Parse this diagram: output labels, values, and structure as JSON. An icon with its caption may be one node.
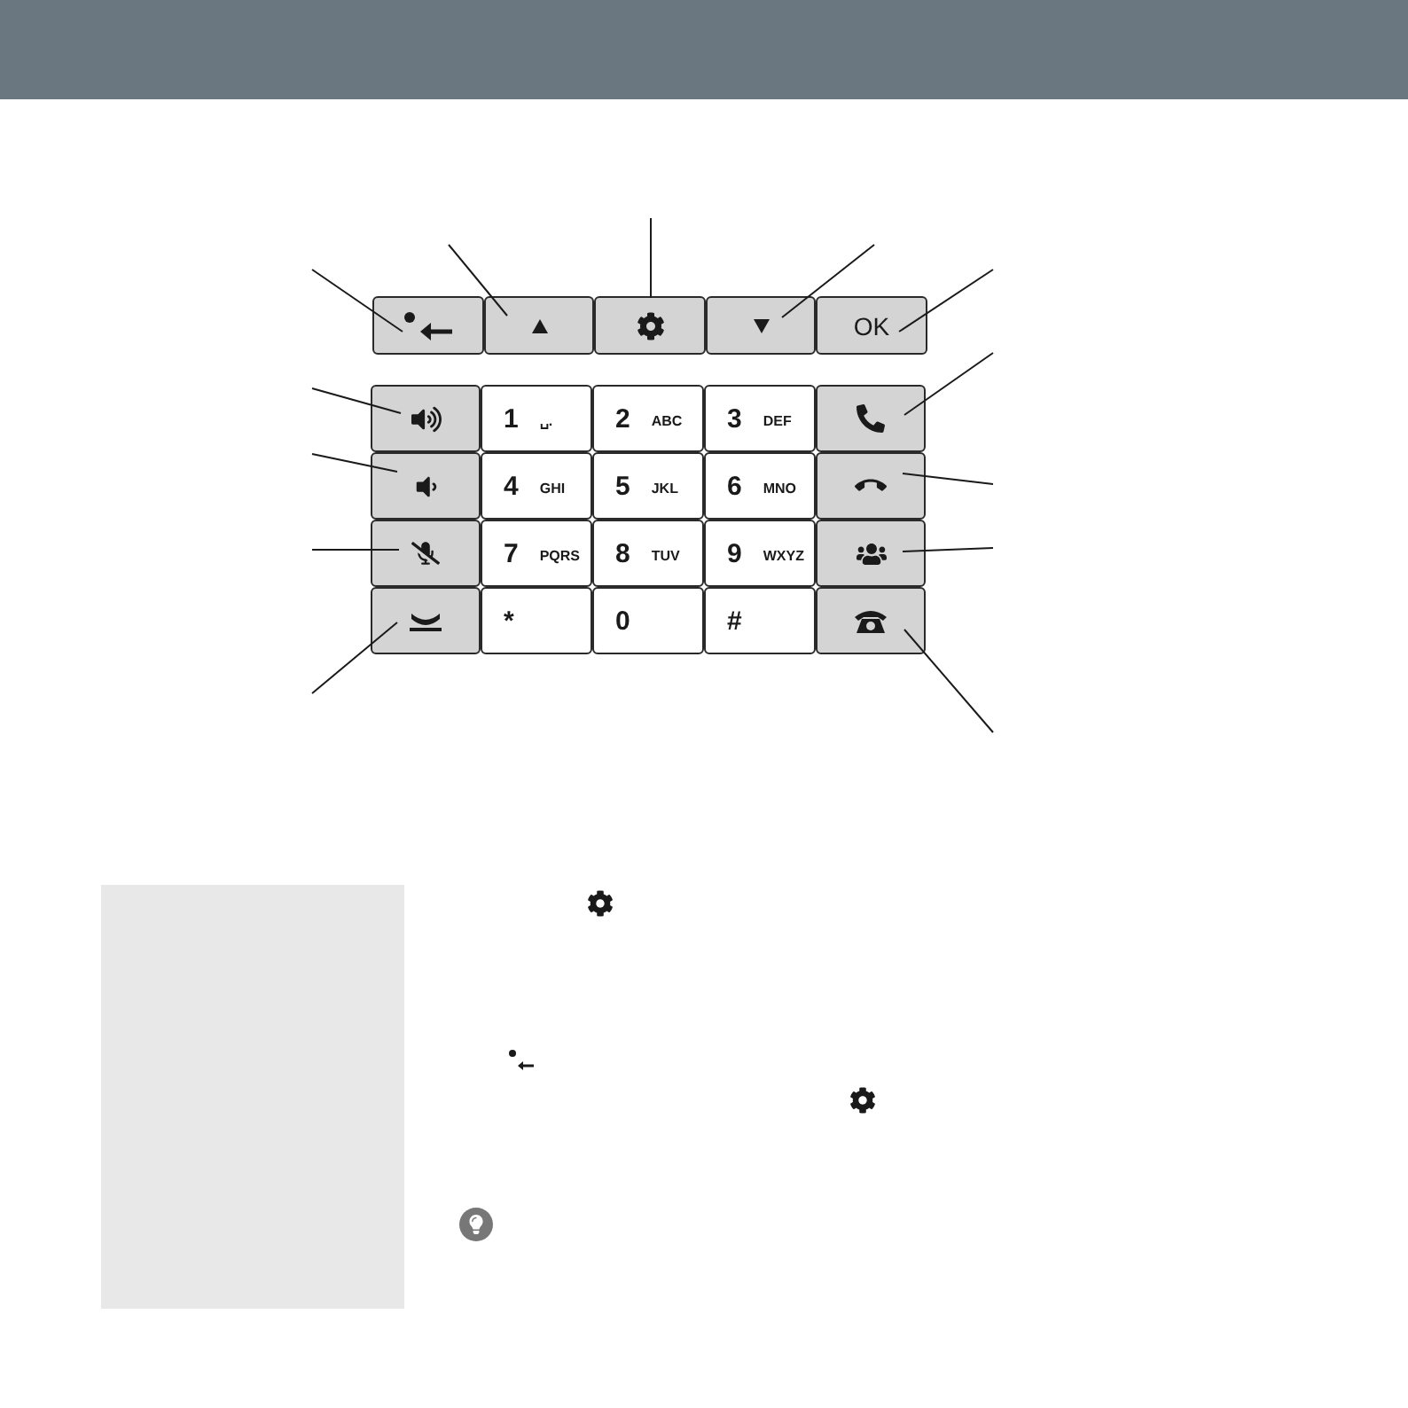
{
  "diagram": {
    "nodes": [
      {
        "text": [],
        "shape": "box"
      },
      {
        "text": [],
        "shape": "box"
      },
      {
        "text": [],
        "shape": "box"
      },
      {
        "text": [],
        "shape": "box"
      },
      {
        "text": [
          "OK"
        ]
      },
      {
        "text": [],
        "shape": "box"
      },
      {
        "text": [
          "1",
          "␣."
        ]
      },
      {
        "text": [
          "2",
          "ABC"
        ]
      },
      {
        "text": [
          "3",
          "DEF"
        ]
      },
      {
        "text": [],
        "shape": "box"
      },
      {
        "text": [],
        "shape": "box"
      },
      {
        "text": [
          "4",
          "GHI"
        ]
      },
      {
        "text": [
          "5",
          "JKL"
        ]
      },
      {
        "text": [
          "6",
          "MNO"
        ]
      },
      {
        "text": [],
        "shape": "box"
      },
      {
        "text": [],
        "shape": "box"
      },
      {
        "text": [
          "7",
          "PQRS"
        ]
      },
      {
        "text": [
          "8",
          "TUV"
        ]
      },
      {
        "text": [
          "9",
          "WXYZ"
        ]
      },
      {
        "text": [],
        "shape": "box"
      },
      {
        "text": [],
        "shape": "box"
      },
      {
        "text": [
          "*"
        ]
      },
      {
        "text": [
          "0"
        ]
      },
      {
        "text": [
          "#"
        ]
      },
      {
        "text": [],
        "shape": "box"
      }
    ],
    "edges": [
      {
        "from": null,
        "to": 0,
        "arrow": "none"
      },
      {
        "from": null,
        "to": 1,
        "arrow": "none"
      },
      {
        "from": null,
        "to": 2,
        "arrow": "none"
      },
      {
        "from": null,
        "to": 3,
        "arrow": "none"
      },
      {
        "from": null,
        "to": 4,
        "arrow": "none"
      },
      {
        "from": null,
        "to": 5,
        "arrow": "none"
      },
      {
        "from": null,
        "to": 10,
        "arrow": "none"
      },
      {
        "from": null,
        "to": 15,
        "arrow": "none"
      },
      {
        "from": null,
        "to": 20,
        "arrow": "none"
      },
      {
        "from": null,
        "to": 9,
        "arrow": "none"
      },
      {
        "from": null,
        "to": 14,
        "arrow": "none"
      },
      {
        "from": null,
        "to": 19,
        "arrow": "none"
      },
      {
        "from": null,
        "to": 24,
        "arrow": "none"
      }
    ]
  }
}
